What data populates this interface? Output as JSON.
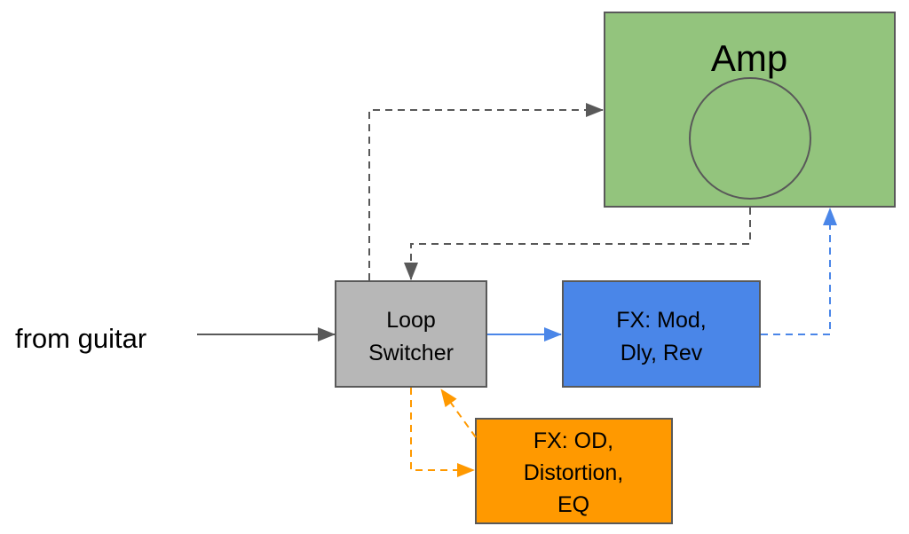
{
  "diagram": {
    "input_label": "from guitar",
    "colors": {
      "line_gray": "#595959",
      "box_border": "#595959",
      "amp_fill": "#93c47d",
      "switcher_fill": "#b7b7b7",
      "fx_blue_fill": "#4a86e8",
      "fx_orange_fill": "#ff9900",
      "line_blue": "#4a86e8",
      "line_orange": "#ff9900"
    },
    "nodes": {
      "amp": {
        "label": "Amp",
        "speaker": "circle"
      },
      "loop_switcher": {
        "lines": [
          "Loop",
          "Switcher"
        ]
      },
      "fx_mod": {
        "lines": [
          "FX: Mod,",
          "Dly, Rev"
        ]
      },
      "fx_od": {
        "lines": [
          "FX: OD,",
          "Distortion,",
          "EQ"
        ]
      }
    },
    "connections": [
      {
        "from": "input",
        "to": "loop_switcher",
        "style": "solid",
        "color": "gray"
      },
      {
        "from": "loop_switcher",
        "to": "amp",
        "style": "dashed",
        "color": "gray"
      },
      {
        "from": "amp",
        "to": "loop_switcher",
        "style": "dashed",
        "color": "gray"
      },
      {
        "from": "loop_switcher",
        "to": "fx_mod",
        "style": "solid",
        "color": "blue"
      },
      {
        "from": "fx_mod",
        "to": "amp",
        "style": "dashed",
        "color": "blue"
      },
      {
        "from": "loop_switcher",
        "to": "fx_od",
        "style": "dashed",
        "color": "orange"
      },
      {
        "from": "fx_od",
        "to": "loop_switcher",
        "style": "dashed",
        "color": "orange"
      }
    ]
  }
}
